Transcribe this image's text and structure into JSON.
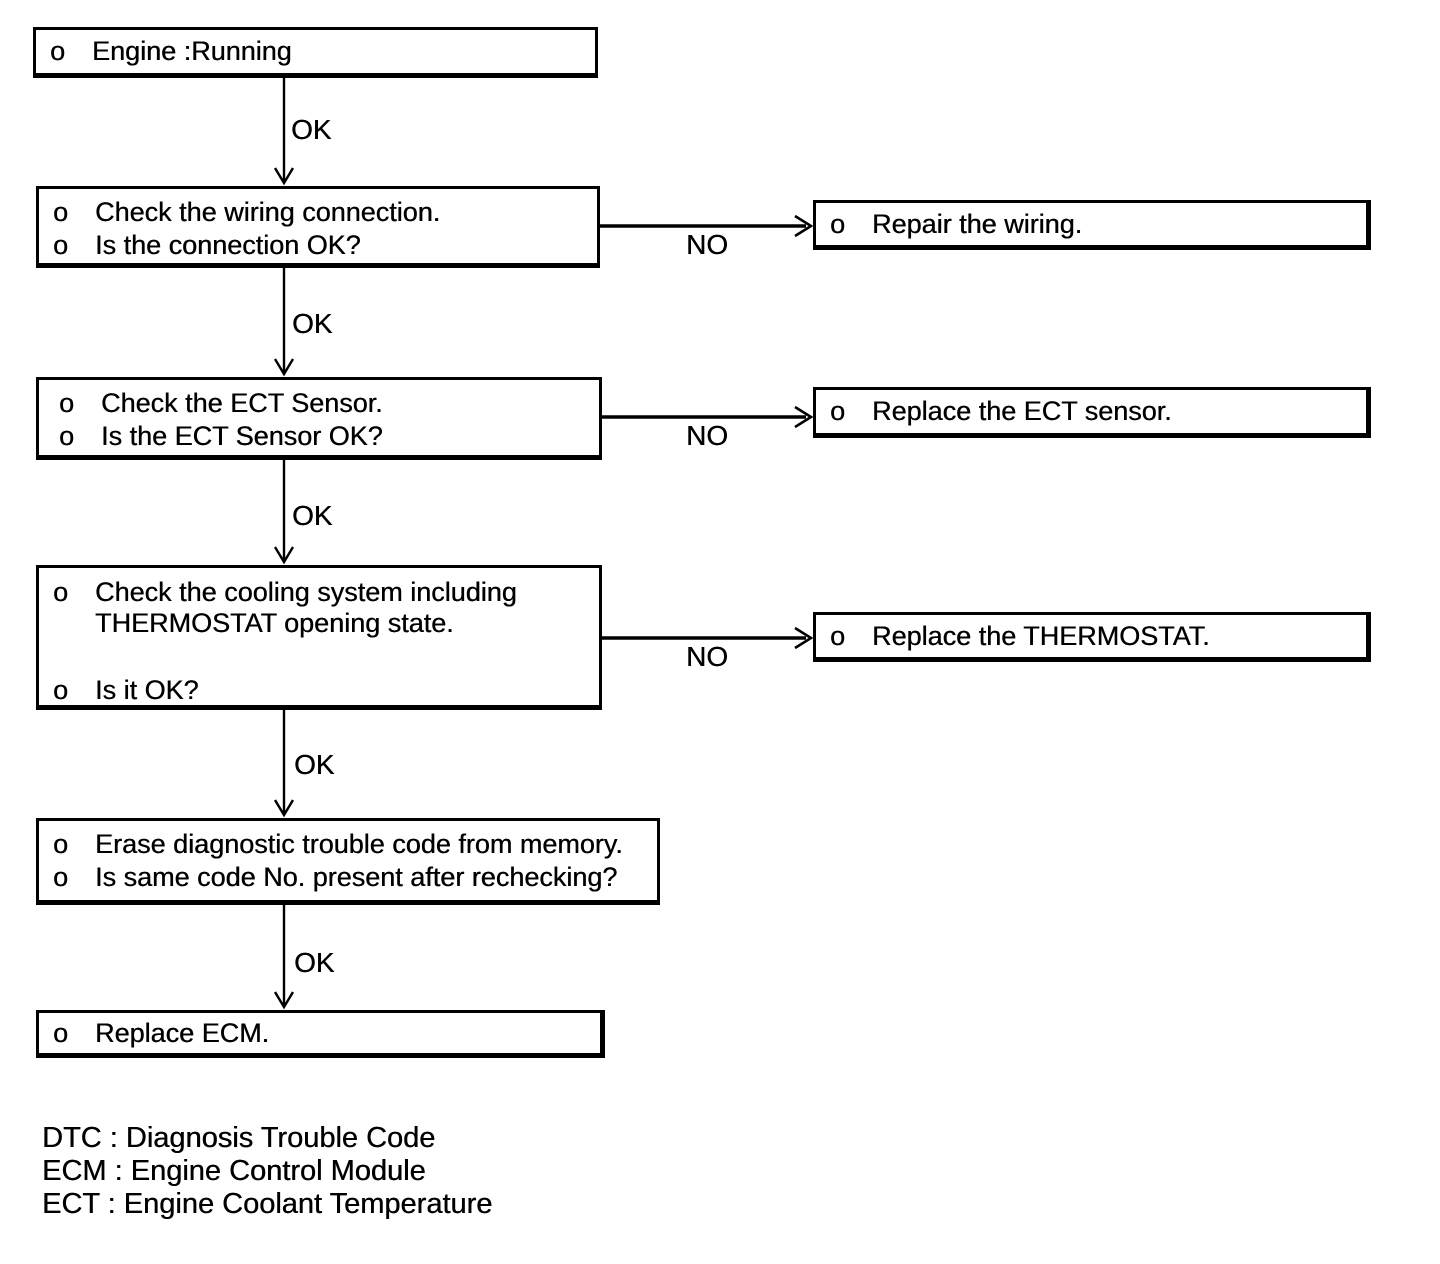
{
  "flowchart": {
    "bullet": "o",
    "nodes": [
      {
        "id": "engine-running",
        "rows": [
          {
            "bullet": "o",
            "text": "Engine :Running"
          }
        ]
      },
      {
        "id": "check-wiring",
        "rows": [
          {
            "bullet": "o",
            "text": "Check the wiring connection."
          },
          {
            "bullet": "o",
            "text": "Is the connection OK?"
          }
        ]
      },
      {
        "id": "check-ect-sensor",
        "rows": [
          {
            "bullet": "o",
            "text": "Check the ECT Sensor."
          },
          {
            "bullet": "o",
            "text": "Is the ECT Sensor OK?"
          }
        ]
      },
      {
        "id": "check-cooling-system",
        "rows": [
          {
            "bullet": "o",
            "text": "Check the cooling system including"
          },
          {
            "bullet": "",
            "text": "THERMOSTAT opening state."
          },
          {
            "bullet": "o",
            "text": "Is it OK?"
          }
        ]
      },
      {
        "id": "erase-dtc",
        "rows": [
          {
            "bullet": "o",
            "text": "Erase diagnostic trouble code from memory."
          },
          {
            "bullet": "o",
            "text": "Is same code No. present after rechecking?"
          }
        ]
      },
      {
        "id": "replace-ecm",
        "rows": [
          {
            "bullet": "o",
            "text": "Replace ECM."
          }
        ]
      },
      {
        "id": "repair-wiring",
        "rows": [
          {
            "bullet": "o",
            "text": "Repair the wiring."
          }
        ]
      },
      {
        "id": "replace-ect-sensor",
        "rows": [
          {
            "bullet": "o",
            "text": "Replace the ECT sensor."
          }
        ]
      },
      {
        "id": "replace-thermostat",
        "rows": [
          {
            "bullet": "o",
            "text": "Replace the THERMOSTAT."
          }
        ]
      }
    ],
    "edges": [
      {
        "from": "engine-running",
        "to": "check-wiring",
        "label": "OK"
      },
      {
        "from": "check-wiring",
        "to": "repair-wiring",
        "label": "NO"
      },
      {
        "from": "check-wiring",
        "to": "check-ect-sensor",
        "label": "OK"
      },
      {
        "from": "check-ect-sensor",
        "to": "replace-ect-sensor",
        "label": "NO"
      },
      {
        "from": "check-ect-sensor",
        "to": "check-cooling-system",
        "label": "OK"
      },
      {
        "from": "check-cooling-system",
        "to": "replace-thermostat",
        "label": "NO"
      },
      {
        "from": "check-cooling-system",
        "to": "erase-dtc",
        "label": "OK"
      },
      {
        "from": "erase-dtc",
        "to": "replace-ecm",
        "label": "OK"
      }
    ]
  },
  "legend": {
    "lines": [
      "DTC : Diagnosis Trouble Code",
      "ECM : Engine Control Module",
      "ECT : Engine Coolant Temperature"
    ]
  },
  "colors": {
    "ink": "#000000",
    "background": "#ffffff"
  }
}
